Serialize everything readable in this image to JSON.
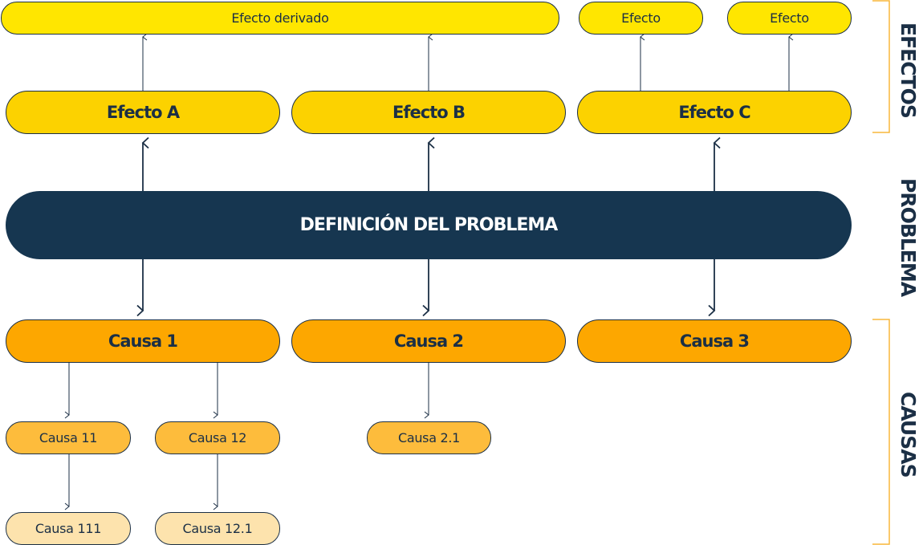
{
  "derived_effects": {
    "main": "Efecto derivado",
    "c1": "Efecto",
    "c2": "Efecto"
  },
  "effects": [
    "Efecto A",
    "Efecto B",
    "Efecto C"
  ],
  "problem": "DEFINICIÓN DEL PROBLEMA",
  "causes": [
    "Causa 1",
    "Causa 2",
    "Causa 3"
  ],
  "sub_causes": [
    "Causa 11",
    "Causa 12",
    "Causa 2.1"
  ],
  "sub_sub_causes": [
    "Causa 111",
    "Causa 12.1"
  ],
  "side_labels": {
    "effects": "EFECTOS",
    "problem": "PROBLEMA",
    "causes": "CAUSAS"
  },
  "colors": {
    "navy": "#163650",
    "outline": "#1b2f45",
    "derived_effect": "#ffe600",
    "effect": "#fcd200",
    "cause": "#fda700",
    "sub_cause": "#fdbc3c",
    "sub_sub_cause": "#fde3ad",
    "bracket": "#f8b73c"
  }
}
